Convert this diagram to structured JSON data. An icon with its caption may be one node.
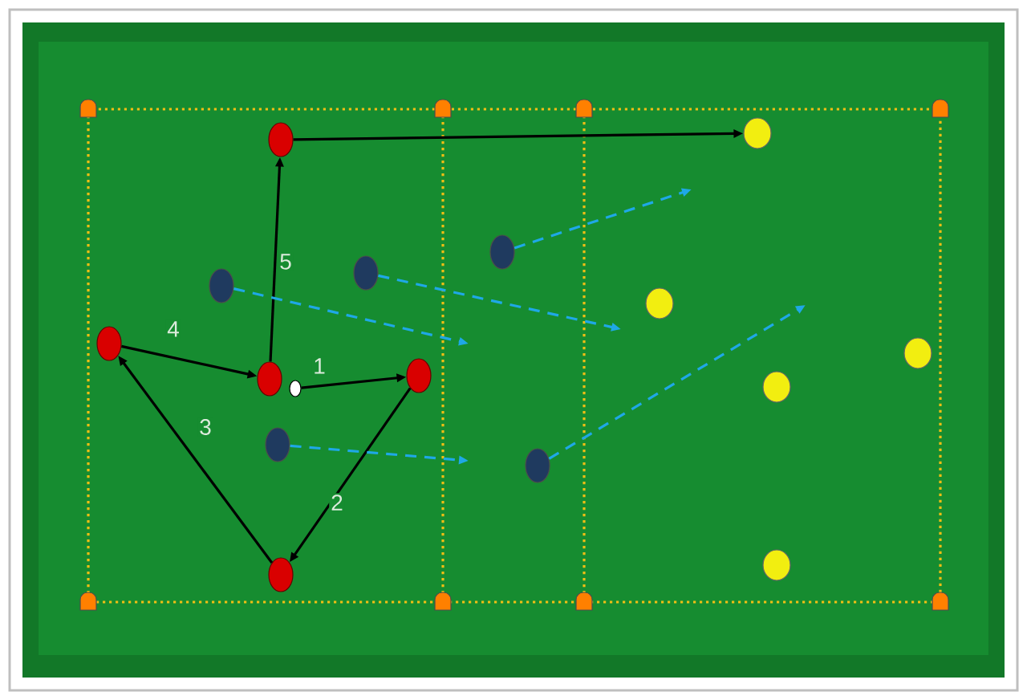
{
  "diagram": {
    "nodes": [
      {
        "text": [],
        "shape": "circle"
      },
      {
        "text": [],
        "shape": "circle"
      },
      {
        "text": [],
        "shape": "circle"
      },
      {
        "text": [],
        "shape": "circle"
      },
      {
        "text": [],
        "shape": "circle"
      },
      {
        "text": [],
        "shape": "circle"
      },
      {
        "text": [],
        "shape": "circle"
      },
      {
        "text": [],
        "shape": "circle"
      },
      {
        "text": [],
        "shape": "circle"
      },
      {
        "text": [],
        "shape": "circle"
      },
      {
        "text": [],
        "shape": "circle"
      },
      {
        "text": [],
        "shape": "circle"
      },
      {
        "text": [],
        "shape": "circle"
      },
      {
        "text": [],
        "shape": "circle"
      },
      {
        "text": [],
        "shape": "circle"
      },
      {
        "text": [],
        "shape": "circle"
      }
    ],
    "edges": [
      {
        "from": 11,
        "to": 8,
        "arrow": "to",
        "label": "1"
      },
      {
        "from": 8,
        "to": 15,
        "arrow": "to",
        "label": "2"
      },
      {
        "from": 15,
        "to": 6,
        "arrow": "to",
        "label": "3"
      },
      {
        "from": 6,
        "to": 9,
        "arrow": "to",
        "label": "4"
      },
      {
        "from": 9,
        "to": 1,
        "arrow": "to",
        "label": "5"
      },
      {
        "from": 1,
        "to": 0,
        "arrow": "to"
      },
      {
        "from": 4,
        "to": null,
        "arrow": "to",
        "style": "dashed",
        "color": "#1fa8e6"
      },
      {
        "from": 3,
        "to": null,
        "arrow": "to",
        "style": "dashed",
        "color": "#1fa8e6"
      },
      {
        "from": 2,
        "to": null,
        "arrow": "to",
        "style": "dashed",
        "color": "#1fa8e6"
      },
      {
        "from": 12,
        "to": null,
        "arrow": "to",
        "style": "dashed",
        "color": "#1fa8e6"
      },
      {
        "from": 13,
        "to": null,
        "arrow": "to",
        "style": "dashed",
        "color": "#1fa8e6"
      }
    ]
  }
}
